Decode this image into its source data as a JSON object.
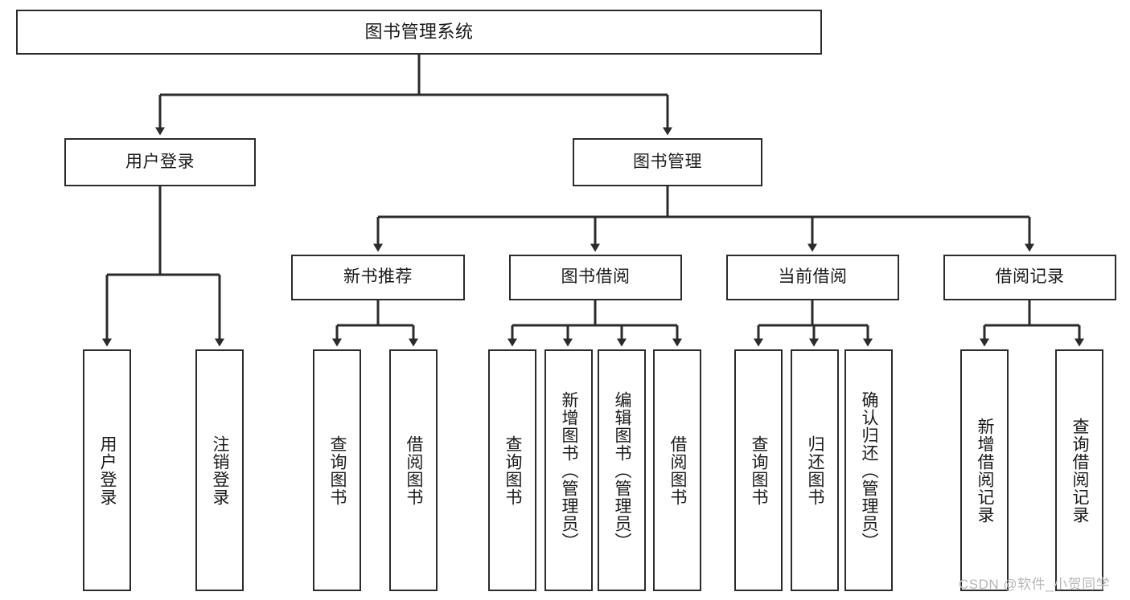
{
  "diagram": {
    "type": "tree-flowchart",
    "title": "图书管理系统",
    "background_color": "#ffffff",
    "box_border_color": "#2b2b2b",
    "box_fill_color": "#ffffff",
    "text_color": "#1a1a1a",
    "edge_color": "#2b2b2b"
  },
  "nodes": {
    "root": {
      "label": "图书管理系统"
    },
    "level2": [
      {
        "label": "用户登录"
      },
      {
        "label": "图书管理"
      }
    ],
    "level3": [
      {
        "label": "新书推荐"
      },
      {
        "label": "图书借阅"
      },
      {
        "label": "当前借阅"
      },
      {
        "label": "借阅记录"
      }
    ],
    "leaves_user_login": [
      {
        "label": "用户登录"
      },
      {
        "label": "注销登录"
      }
    ],
    "leaves_new_book": [
      {
        "label": "查询图书"
      },
      {
        "label": "借阅图书"
      }
    ],
    "leaves_borrow": [
      {
        "label": "查询图书"
      },
      {
        "label": "新增图书（管理员）"
      },
      {
        "label": "编辑图书（管理员）"
      },
      {
        "label": "借阅图书"
      }
    ],
    "leaves_current": [
      {
        "label": "查询图书"
      },
      {
        "label": "归还图书"
      },
      {
        "label": "确认归还（管理员）"
      }
    ],
    "leaves_records": [
      {
        "label": "新增借阅记录"
      },
      {
        "label": "查询借阅记录"
      }
    ]
  },
  "watermark": {
    "text": "CSDN @软件_小贺同学",
    "color": "#b7b7b7"
  }
}
